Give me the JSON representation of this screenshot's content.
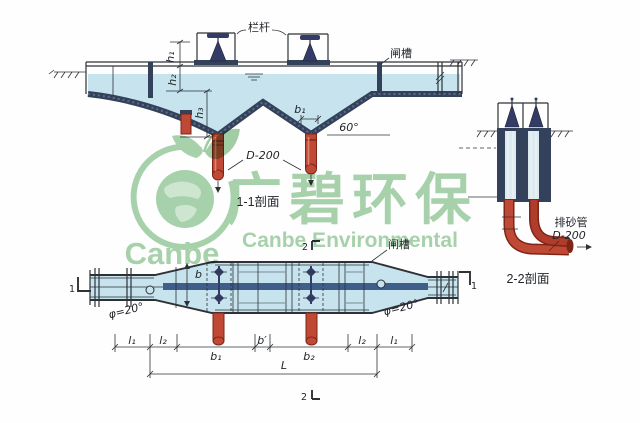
{
  "watermark": {
    "brand_cn": "广碧环保",
    "brand_en": "Canbe Environmental",
    "logo_text": "Canbe"
  },
  "section_1": {
    "caption": "1-1剖面",
    "railing_label": "栏杆",
    "gate_slot_label": "闸槽",
    "dim_h1": "h₁",
    "dim_h2": "h₂",
    "dim_h3": "h₃",
    "dim_b1": "b₁",
    "hopper_angle": "60°",
    "pipe_diameter": "D-200"
  },
  "section_2": {
    "caption": "2-2剖面",
    "sand_pipe_label": "排砂管",
    "pipe_diameter": "D-200"
  },
  "plan_view": {
    "gate_slot_label": "闸槽",
    "channel_width": "b",
    "inlet_angle": "φ=20°",
    "outlet_angle": "φ=20°",
    "marker_1_left": "1",
    "marker_1_right": "1",
    "marker_2_top": "2",
    "marker_2_bottom": "2",
    "dim_l1_left": "l₁",
    "dim_l2_left": "l₂",
    "dim_b_prime": "b′",
    "dim_l2_right": "l₂",
    "dim_l1_right": "l₁",
    "dim_b1": "b₁",
    "dim_b2": "b₂",
    "dim_total": "L"
  },
  "colors": {
    "water": "#c6e3ee",
    "wall_dark": "#33415a",
    "pipe_red": "#c04936",
    "valve_navy": "#333c66",
    "line": "#2e3237",
    "watermark_green": "#57a95e"
  }
}
